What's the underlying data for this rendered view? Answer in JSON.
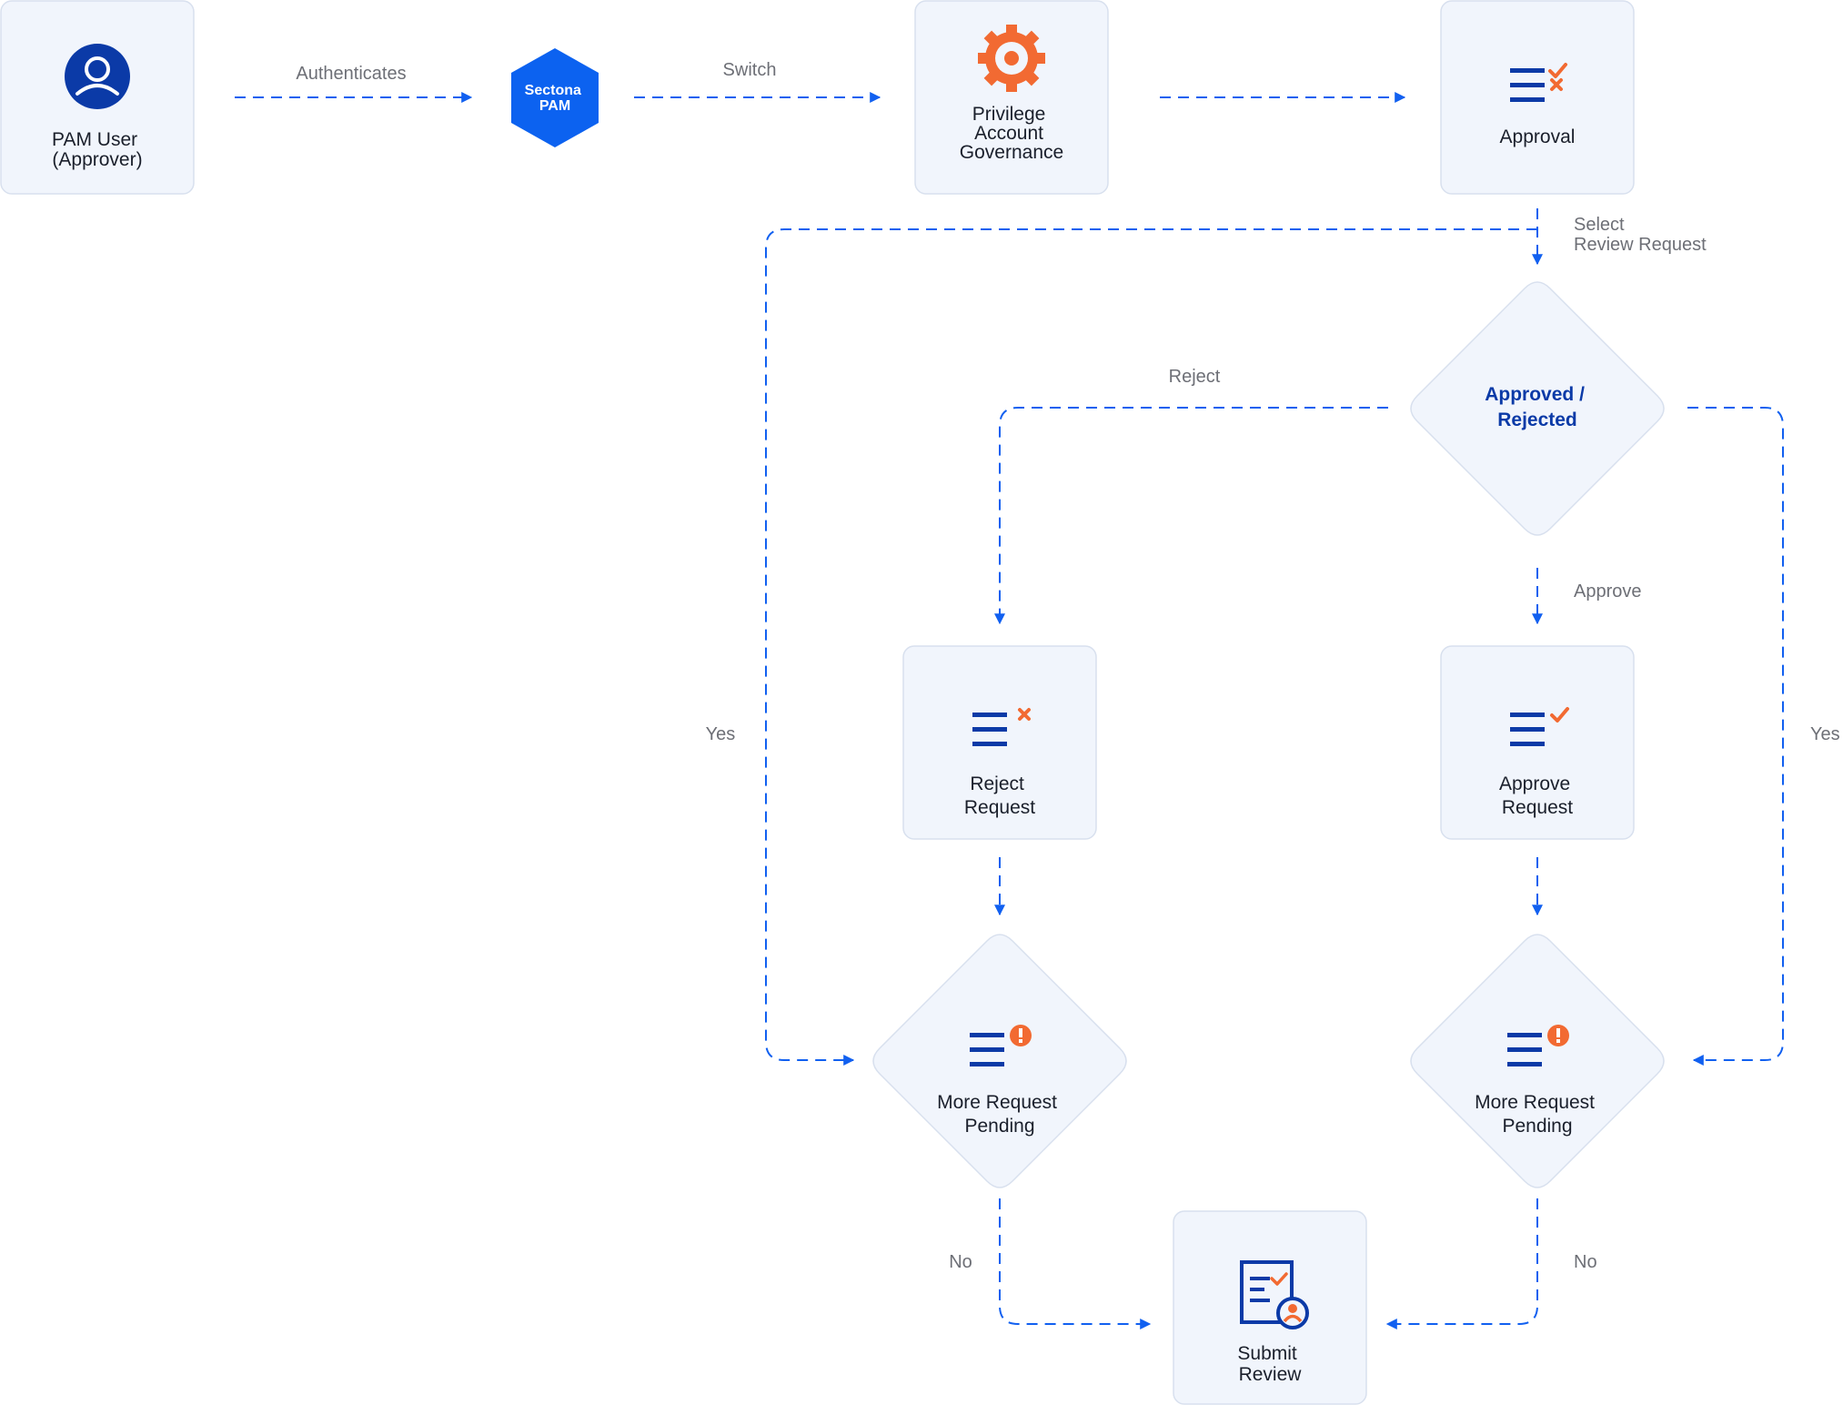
{
  "colors": {
    "accent_blue": "#1160f0",
    "navy": "#0b3aa7",
    "orange": "#f26a32",
    "node_fill": "#f1f5fc",
    "node_border": "#d8e0ee",
    "label_gray": "#6d6f76",
    "text_dark": "#1a1f2b"
  },
  "nodes": {
    "pam_user": {
      "lines": [
        "PAM User",
        "(Approver)"
      ],
      "icon": "user-circle-icon"
    },
    "sectona": {
      "lines": [
        "Sectona",
        "PAM"
      ],
      "icon": "hexagon-logo"
    },
    "pag": {
      "lines": [
        "Privilege",
        "Account",
        "Governance"
      ],
      "icon": "gear-icon"
    },
    "approval": {
      "lines": [
        "Approval"
      ],
      "icon": "checklist-icon"
    },
    "decision": {
      "lines": [
        "Approved /",
        "Rejected"
      ]
    },
    "reject_request": {
      "lines": [
        "Reject",
        "Request"
      ],
      "icon": "list-cross-icon"
    },
    "approve_request": {
      "lines": [
        "Approve",
        "Request"
      ],
      "icon": "list-check-icon"
    },
    "pending_left": {
      "lines": [
        "More Request",
        "Pending"
      ],
      "icon": "list-alert-icon"
    },
    "pending_right": {
      "lines": [
        "More Request",
        "Pending"
      ],
      "icon": "list-alert-icon"
    },
    "submit_review": {
      "lines": [
        "Submit",
        "Review"
      ],
      "icon": "document-user-icon"
    }
  },
  "edges": {
    "authenticates": "Authenticates",
    "switch": "Switch",
    "select_review": [
      "Select",
      "Review Request"
    ],
    "reject": "Reject",
    "approve": "Approve",
    "yes_left": "Yes",
    "yes_right": "Yes",
    "no_left": "No",
    "no_right": "No"
  }
}
